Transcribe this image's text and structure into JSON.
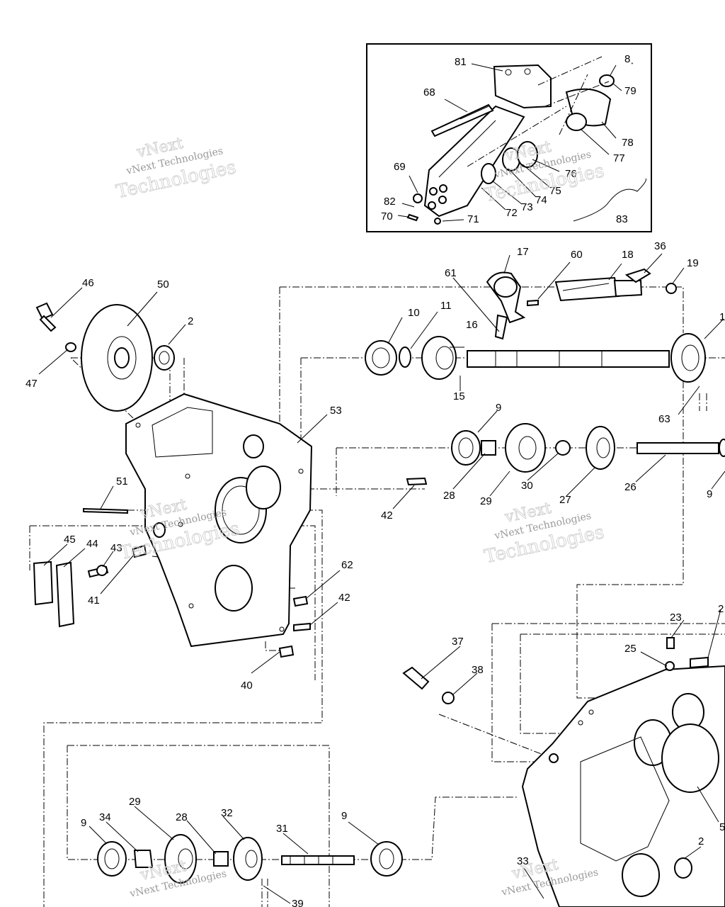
{
  "callouts": {
    "c81": "81",
    "c8x": "8˯",
    "c79": "79",
    "c68": "68",
    "c78": "78",
    "c77": "77",
    "c69": "69",
    "c76": "76",
    "c75": "75",
    "c74": "74",
    "c73": "73",
    "c72": "72",
    "c82": "82",
    "c70": "70",
    "c71": "71",
    "c83": "83",
    "c17": "17",
    "c60": "60",
    "c18": "18",
    "c36": "36",
    "c19": "19",
    "c61": "61",
    "c46": "46",
    "c50": "50",
    "c2a": "2",
    "c10": "10",
    "c11": "11",
    "c16": "16",
    "c1": "1",
    "c47": "47",
    "c15": "15",
    "c63": "63",
    "c53": "53",
    "c9a": "9",
    "c28a": "28",
    "c29a": "29",
    "c30": "30",
    "c27": "27",
    "c26": "26",
    "c9b": "9",
    "c51": "51",
    "c42a": "42",
    "c45": "45",
    "c44": "44",
    "c43": "43",
    "c41": "41",
    "c62": "62",
    "c42b": "42",
    "c40": "40",
    "c23": "23",
    "c2b": "2",
    "c25": "25",
    "c37": "37",
    "c38": "38",
    "c29b": "29",
    "c28b": "28",
    "c32": "32",
    "c9c": "9",
    "c34": "34",
    "c31": "31",
    "c9d": "9",
    "c5": "5",
    "c2c": "2",
    "c33": "33",
    "c39": "39"
  },
  "watermarks": [
    {
      "line1": "vNext",
      "line2": "vNext Technologies",
      "line3": "Technologies"
    },
    {
      "line1": "vNext",
      "line2": "vNext Technologies",
      "line3": "Technologies"
    },
    {
      "line1": "vNext",
      "line2": "vNext Technologies",
      "line3": "Technologies"
    },
    {
      "line1": "vNext",
      "line2": "vNext Technologies",
      "line3": "Technologies"
    },
    {
      "line1": "vNext",
      "line2": "vNext Technologies",
      "line3": "Technologies"
    },
    {
      "line1": "vNext",
      "line2": "vNext Technologies",
      "line3": "Technologies"
    }
  ]
}
